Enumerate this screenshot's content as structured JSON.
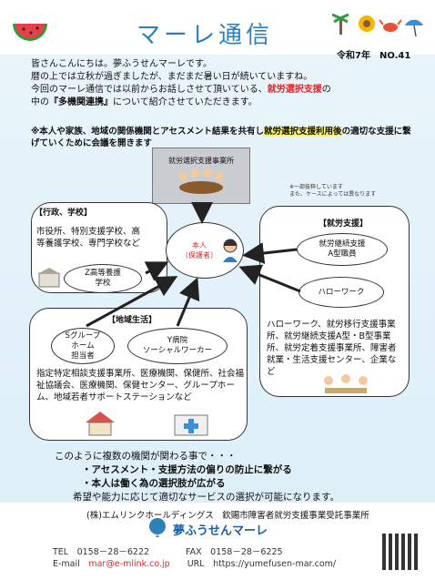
{
  "header": {
    "title": "マーレ通信",
    "issue": "令和7年　NO.41"
  },
  "intro": {
    "l1": "皆さんこんにちは。夢ふうせんマーレです。",
    "l2": "暦の上では立秋が過ぎましたが、まだまだ暑い日が続いていますね。",
    "l3a": "今回のマーレ通信では以前からお話しさせて頂いている、",
    "l3b": "就労選択支援",
    "l3c": "の",
    "l4a": "中の",
    "l4b": "『多機関連携』",
    "l4c": "について紹介させていただきます。"
  },
  "notice": {
    "a": "※本人や家族、地域の関係機関とアセスメント結果を共有し",
    "b": "就労選択支援利用後",
    "c": "の適切な支援に繋げていくために会議を開きます"
  },
  "diagram": {
    "provider": "就労選択支援事業所",
    "note1": "※一部抜粋しています",
    "note2": "また、ケースによっては異なります",
    "center": "本人\n（保護者）",
    "gov_tag": "【行政、学校】",
    "gov_text": "市役所、特別支援学校、高等養護学校、専門学校など",
    "gov_oval": "Z高等養護\n学校",
    "work_tag": "【就労支援】",
    "work_oval1": "就労継続支援\nA型職員",
    "work_oval2": "ハローワーク",
    "work_text": "ハローワーク、就労移行支援事業所、就労継続支援A型・B型事業所、就労定着支援事業所、障害者就業・生活支援センター、企業など",
    "local_tag": "【地域生活】",
    "local_oval1": "Sグループ\nホーム\n担当者",
    "local_oval2": "Y病院\nソーシャルワーカー",
    "local_text": "指定特定相談支援事業所、医療機関、保健所、社会福祉協議会、医療機関、保健センター、グループホーム、地域若者サポートステーションなど"
  },
  "summary": {
    "l1": "このように複数の機関が関わる事で・・・",
    "l2": "・アセスメント・支援方法の偏りの防止に繋がる",
    "l3": "・本人は働く為の選択肢が広がる",
    "l4": "希望や能力に応じて適切なサービスの選択が可能になります。"
  },
  "footer": {
    "corp": "(株)エムリンクホールディングス　欽賜市障害者就労支援事業受託事業所",
    "logo": "夢ふうせんマーレ",
    "tel": "TEL　0158－28－6222",
    "fax": "FAX　0158－28－6225",
    "email_label": "E-mail",
    "email": "mar@e-mlink.co.jp",
    "url": "URL　https://yumefusen-mar.com/"
  },
  "colors": {
    "accent": "#2f7fb8",
    "highlight": "#fff36a",
    "red": "#e0252b"
  }
}
